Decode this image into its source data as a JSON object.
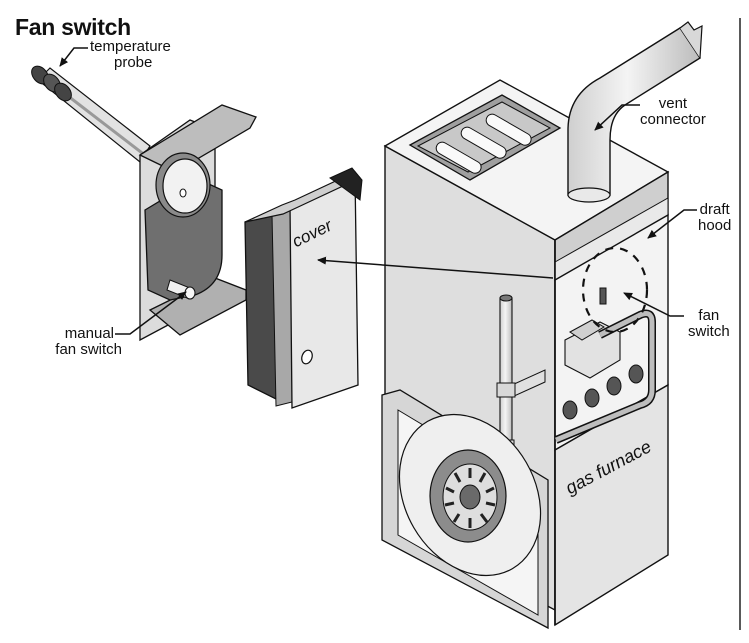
{
  "title": "Fan switch",
  "labels": {
    "temperature_probe": [
      "temperature",
      "probe"
    ],
    "manual_fan_switch": [
      "manual",
      "fan switch"
    ],
    "cover": "cover",
    "vent_connector": [
      "vent",
      "connector"
    ],
    "draft_hood": [
      "draft",
      "hood"
    ],
    "fan_switch": [
      "fan",
      "switch"
    ],
    "gas_furnace": "gas furnace"
  },
  "colors": {
    "ink": "#111111",
    "light_metal": "#e6e6e6",
    "mid_metal": "#bdbdbd",
    "dark_metal": "#6f6f6f",
    "background": "#ffffff"
  }
}
